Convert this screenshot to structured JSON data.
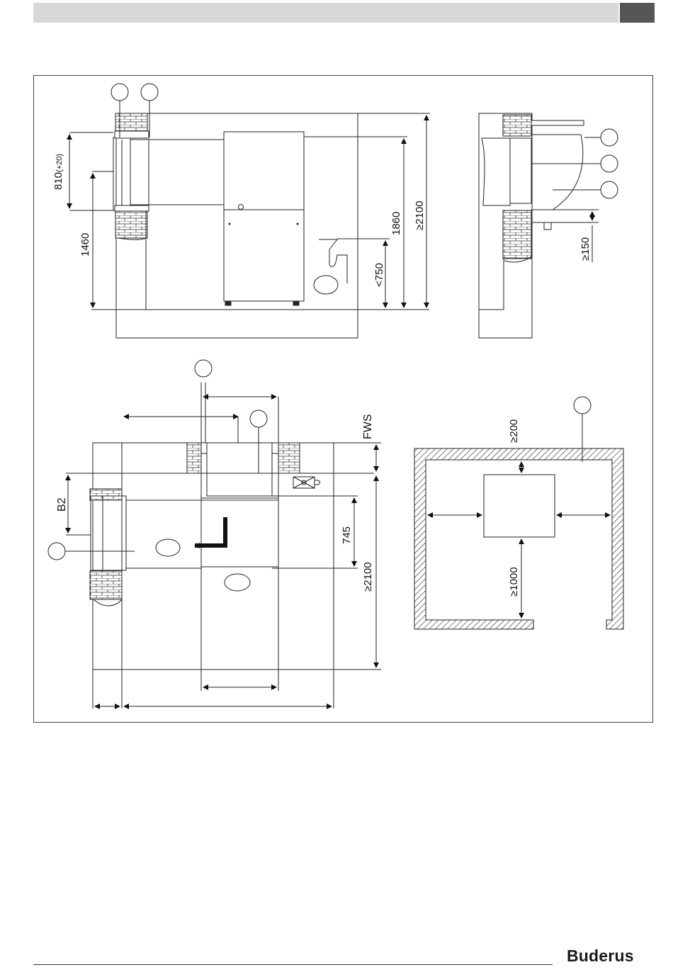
{
  "header": {
    "bar_color": "#d8d8d8",
    "tab_color": "#565656"
  },
  "side_view": {
    "dim_810": "810",
    "dim_810_tolerance": "(+20)",
    "dim_1460": "1460",
    "dim_1860": "1860",
    "dim_2100": "≥2100",
    "dim_750": "<750"
  },
  "section_view": {
    "dim_150": "≥150"
  },
  "top_view": {
    "label_fws": "FWS",
    "label_b2": "B2",
    "dim_745": "745",
    "dim_2100": "≥2100"
  },
  "room_plan": {
    "dim_200": "≥200",
    "dim_1000": "≥1000"
  },
  "footer": {
    "brand": "Buderus"
  }
}
